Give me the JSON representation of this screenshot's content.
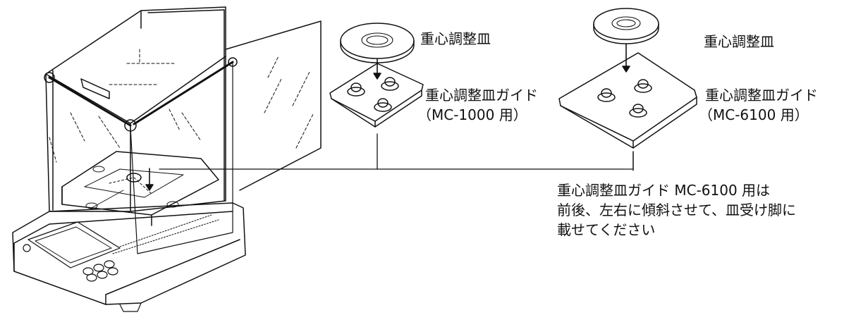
{
  "left_pan_label": "重心調整皿",
  "left_guide_label": "重心調整皿ガイド",
  "left_guide_model": "（MC-1000 用）",
  "right_pan_label": "重心調整皿",
  "right_guide_label": "重心調整皿ガイド",
  "right_guide_model": "（MC-6100 用）",
  "note": {
    "line1": "重心調整皿ガイド MC-6100 用は",
    "line2": "前後、左右に傾斜させて、皿受け脚に",
    "line3": "載せてください"
  }
}
